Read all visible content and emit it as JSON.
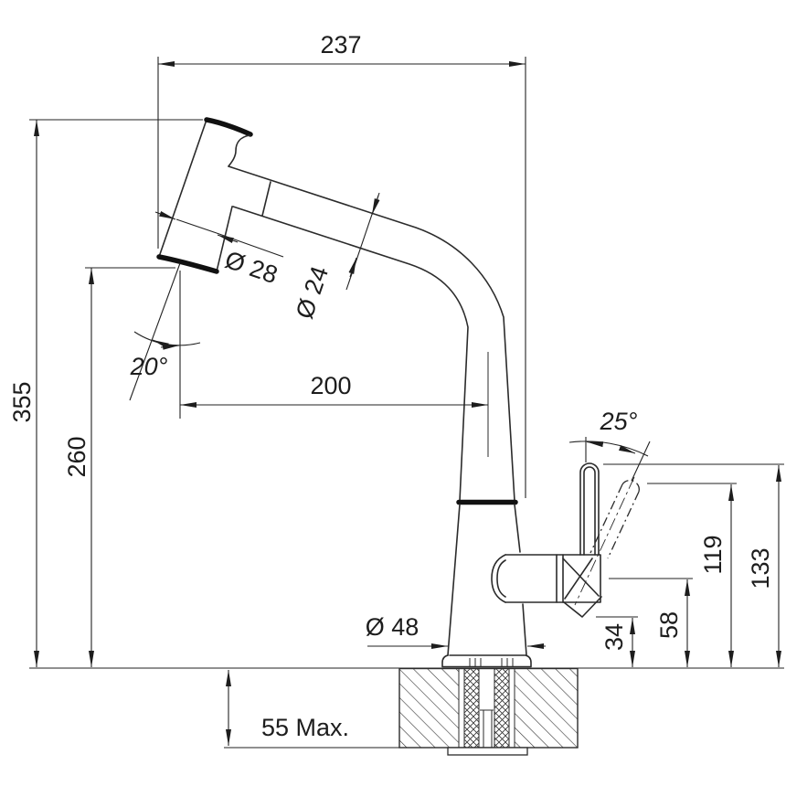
{
  "drawing": {
    "type": "faucet installation dimensional drawing",
    "units_implied": "mm",
    "colors": {
      "line": "#2b2b2b",
      "background": "#ffffff"
    },
    "dims": {
      "top_width": "237",
      "total_height": "355",
      "spray_head_height": "260",
      "spout_reach": "200",
      "head_angle": "20°",
      "head_diameter": "Ø 28",
      "tube_diameter": "Ø 24",
      "lever_angle": "25°",
      "base_diameter": "Ø 48",
      "clearance_34": "34",
      "valve_axis_height": "58",
      "lever_tilted_height": "119",
      "lever_upright_height": "133",
      "max_deck_thickness": "55 Max."
    }
  }
}
